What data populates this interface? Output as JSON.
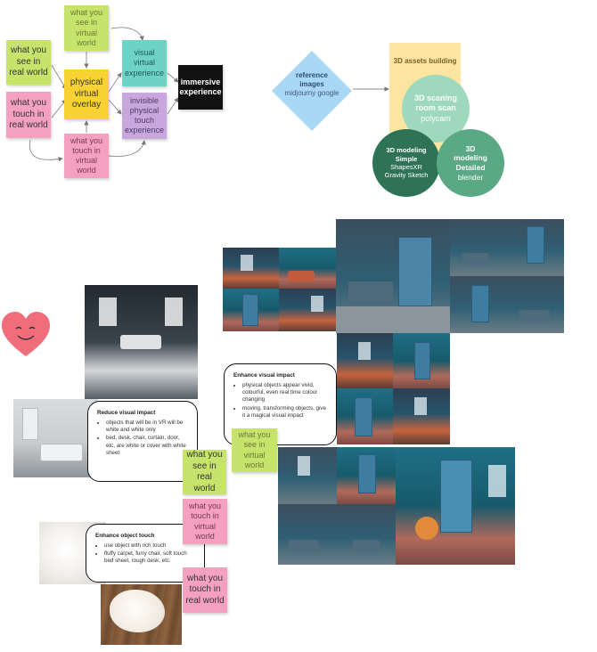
{
  "flow": {
    "see_real": "what you see in real world",
    "touch_real": "what you touch in real world",
    "see_virtual": "what you see in virtual world",
    "touch_virtual": "what you touch in virtual world",
    "overlay": "physical virtual overlay",
    "visual_virtual": "visual virtual experience",
    "invisible_touch": "invisible physical touch experience",
    "immersive": "immersive experience"
  },
  "assets": {
    "reference_title": "reference images",
    "reference_tools": "midjourny google",
    "building_title": "3D assets building",
    "scan_title": "3D scaning room scan",
    "scan_tool": "polycam",
    "simple_title": "3D modeling Simple",
    "simple_tools": "ShapesXR Gravity Sketch",
    "detailed_title": "3D modeling Detailed",
    "detailed_tool": "blender"
  },
  "enhance_visual": {
    "title": "Enhance visual impact",
    "items": [
      "physical objects appear vivid, colourful, even real time colour changing",
      "moving, transforming objects, give it a magical visual impact"
    ],
    "note": "what you see in virtual world"
  },
  "reduce_visual": {
    "title": "Reduce visual impact",
    "items": [
      "objects that will be in VR will be white and white only",
      "bed, desk, chair, curtain, door, etc, are white or cover with white sheet"
    ],
    "note": "what you see in real world"
  },
  "enhance_touch": {
    "title": "Enhance object touch",
    "items": [
      "use object with rich touch",
      "fluffy carpet, furry chair, soft touch bed sheet, rough desk, etc."
    ],
    "note_virtual": "what you touch in virtual world",
    "note_real": "what you touch in real world"
  },
  "colors": {
    "green_note": "#c6e36b",
    "pink_note": "#f4a0c0",
    "yellow_note": "#f8d233",
    "teal_note": "#6ed3c6",
    "purple_note": "#c8a7de",
    "diamond": "#a9d8f7",
    "assets_bg": "#fbe5a0",
    "scan_circle": "#9ed9bd",
    "simple_circle": "#2f7356",
    "detailed_circle": "#5aa884",
    "heart": "#f06d7b"
  }
}
